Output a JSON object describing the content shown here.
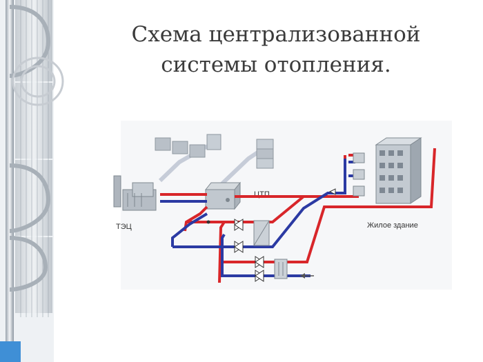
{
  "slide": {
    "title_line1": "Схема централизованной",
    "title_line2": "системы отопления."
  },
  "diagram": {
    "labels": {
      "chp": "ТЭЦ",
      "ctp": "ЦТП",
      "building": "Жилое здание"
    },
    "colors": {
      "supply": "#d8262a",
      "return": "#2b3aa3",
      "equipment": "#9aa1a6",
      "pale_line": "#c6ccd8"
    }
  }
}
